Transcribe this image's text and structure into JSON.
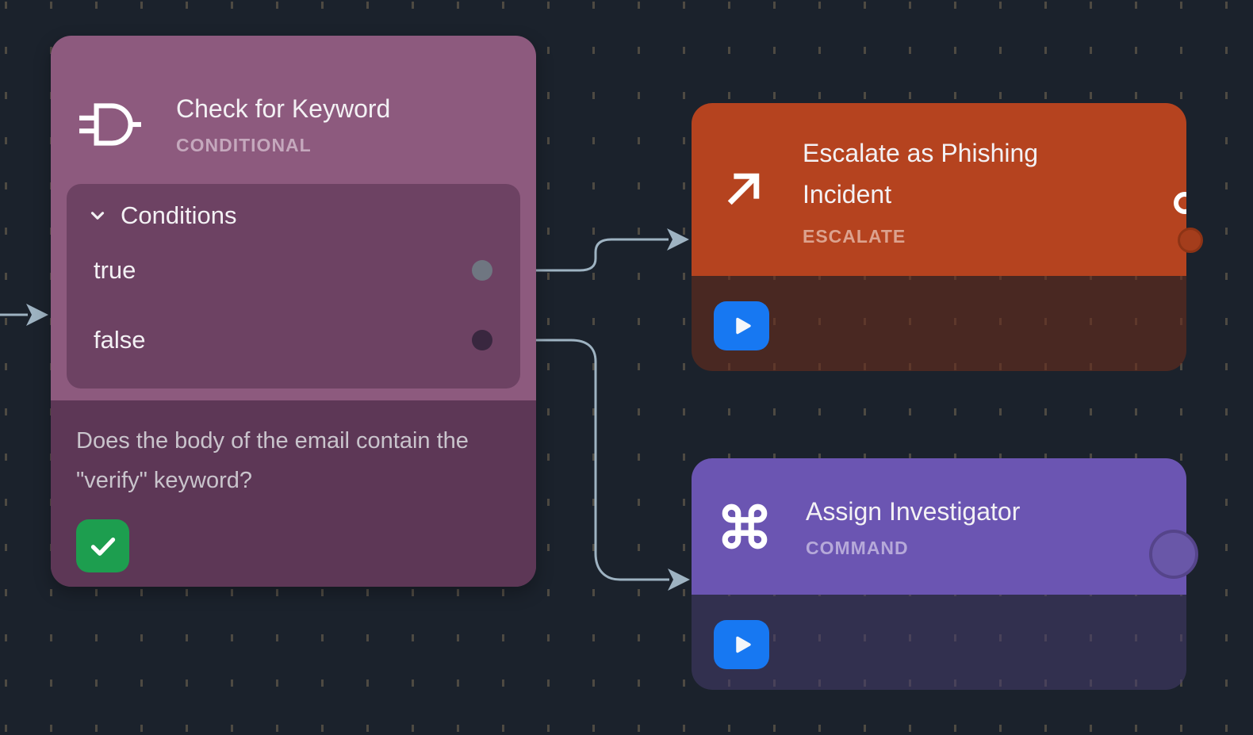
{
  "canvas": {
    "background_color": "#1b222c",
    "grid_dot_color": "#4e4a42",
    "edge_color": "#9eb3c2"
  },
  "nodes": {
    "conditional": {
      "title": "Check for Keyword",
      "type_label": "CONDITIONAL",
      "accent_color": "#8d5a7e",
      "panel": {
        "label": "Conditions",
        "outputs": [
          {
            "label": "true",
            "port_color": "#6f7681"
          },
          {
            "label": "false",
            "port_color": "#39273f"
          }
        ]
      },
      "description": "Does the body of the email contain the \"verify\" keyword?",
      "status_button_color": "#1d9e4f",
      "icon": "and-gate-icon"
    },
    "escalate": {
      "title": "Escalate as Phishing Incident",
      "type_label": "ESCALATE",
      "accent_color": "#b5431f",
      "handle_color": "#a43d1c",
      "icon": "arrow-up-right-icon",
      "play_button_color": "#1778f2"
    },
    "command": {
      "title": "Assign Investigator",
      "type_label": "COMMAND",
      "accent_color": "#6b55b2",
      "handle_color": "#6957a8",
      "icon": "command-icon",
      "play_button_color": "#1778f2"
    }
  },
  "connections": [
    {
      "from": "Check for Keyword:true",
      "to": "Escalate as Phishing Incident"
    },
    {
      "from": "Check for Keyword:false",
      "to": "Assign Investigator"
    }
  ]
}
